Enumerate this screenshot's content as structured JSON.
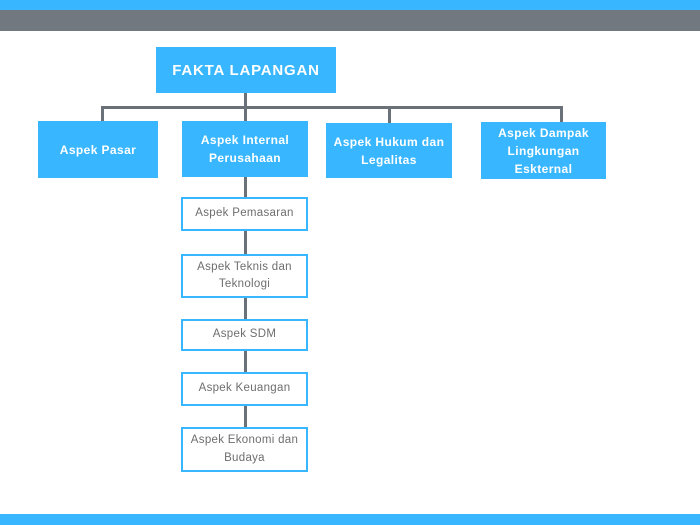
{
  "slide": {
    "colors": {
      "accent_blue": "#38b6ff",
      "bar_gray": "#717880",
      "connector_gray": "#6b7178",
      "branch_text_white": "#ffffff",
      "chain_text_gray": "#6e6e6e"
    },
    "diagram": {
      "root_label": "FAKTA LAPANGAN",
      "branches": [
        {
          "label": "Aspek Pasar"
        },
        {
          "label": "Aspek Internal\nPerusahaan"
        },
        {
          "label": "Aspek Hukum dan\nLegalitas"
        },
        {
          "label": "Aspek Dampak\nLingkungan\nEskternal"
        }
      ],
      "internal_chain": [
        {
          "label": "Aspek Pemasaran"
        },
        {
          "label": "Aspek Teknis dan\nTeknologi"
        },
        {
          "label": "Aspek SDM"
        },
        {
          "label": "Aspek Keuangan"
        },
        {
          "label": "Aspek Ekonomi dan\nBudaya"
        }
      ]
    }
  }
}
